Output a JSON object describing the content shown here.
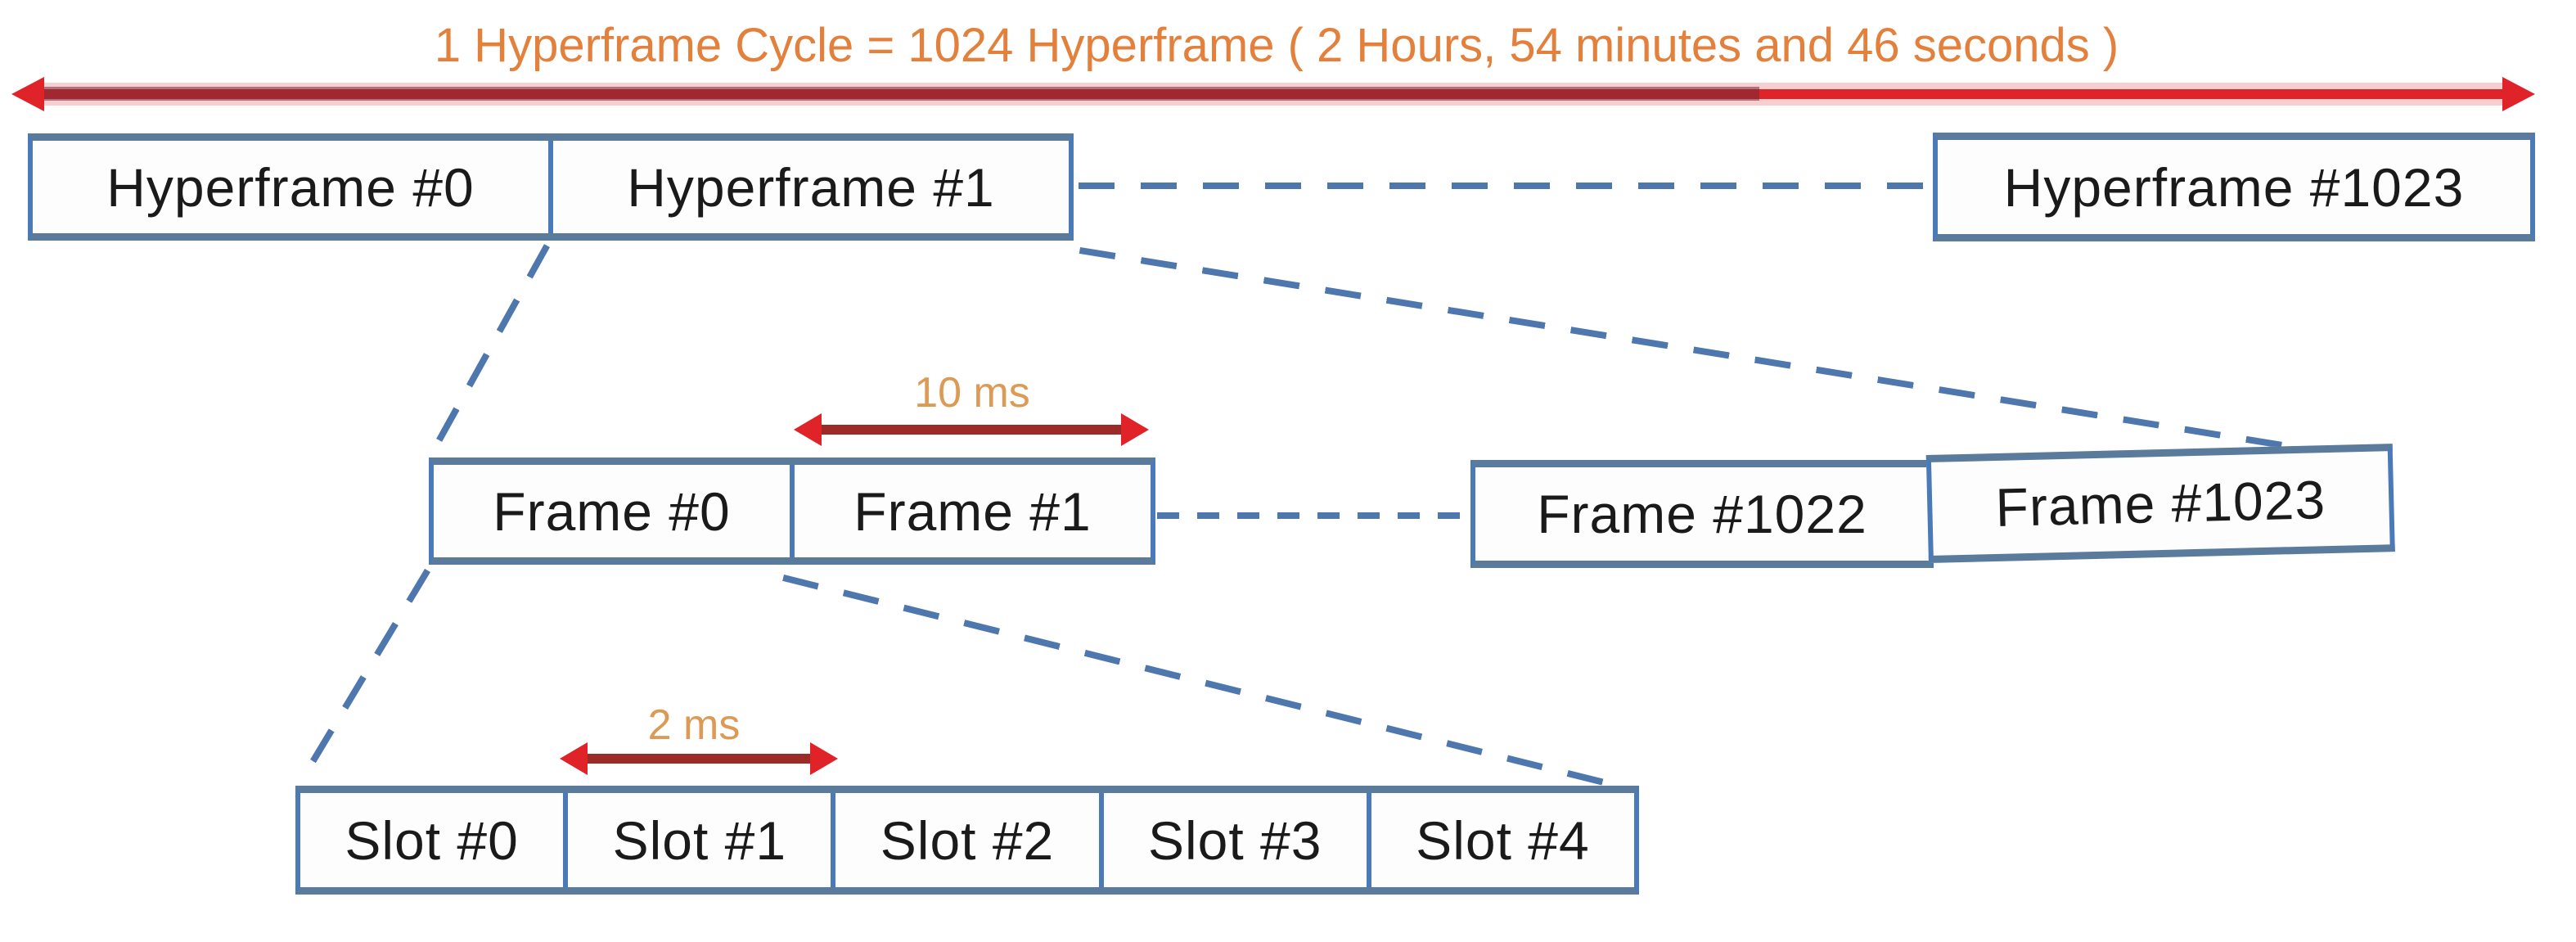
{
  "title": "1 Hyperframe Cycle = 1024 Hyperframe ( 2 Hours, 54 minutes and 46 seconds )",
  "hyperframe_row": {
    "boxes": [
      {
        "label": "Hyperframe #0"
      },
      {
        "label": "Hyperframe #1"
      },
      {
        "label": "Hyperframe #1023"
      }
    ]
  },
  "frame_row": {
    "duration": "10 ms",
    "boxes": [
      {
        "label": "Frame #0"
      },
      {
        "label": "Frame #1"
      },
      {
        "label": "Frame #1022"
      },
      {
        "label": "Frame #1023"
      }
    ]
  },
  "slot_row": {
    "duration": "2 ms",
    "boxes": [
      {
        "label": "Slot #0"
      },
      {
        "label": "Slot #1"
      },
      {
        "label": "Slot #2"
      },
      {
        "label": "Slot #3"
      },
      {
        "label": "Slot #4"
      }
    ]
  },
  "colors": {
    "accent_orange": "#E2803C",
    "label_orange": "#DC9A55",
    "arrow_red": "#E02328",
    "arrow_dark_red": "#9C2B28",
    "box_border_blue": "#4A7AB8",
    "box_border_gray_blue": "#5B7B9D",
    "dash_blue": "#4D77AD",
    "text": "#1A1A1A"
  }
}
